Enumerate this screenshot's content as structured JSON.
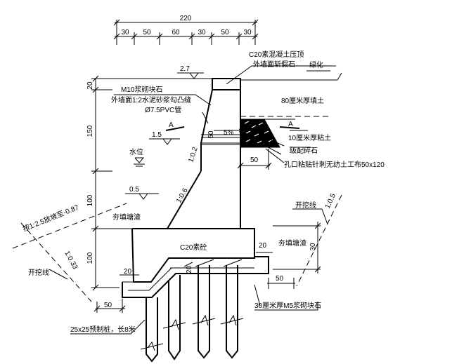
{
  "top_dims": {
    "total": "220",
    "segments": [
      "30",
      "50",
      "60",
      "30",
      "50",
      "30"
    ]
  },
  "left_dims": {
    "d1": "20",
    "d2": "150",
    "d3": "100",
    "d4": "100"
  },
  "elevations": {
    "top": "2.7",
    "mid": "1.5",
    "water_level_label": "水位",
    "low": "0.5"
  },
  "labels": {
    "cap_line1": "C20素混凝土压顶",
    "cap_line2": "外墙面斩假石",
    "greening": "绿化",
    "wall_line1": "M10浆砌块石",
    "wall_line2": "外墙面1:2水泥砂浆勾凸缝",
    "pvc_pipe": "Ø7.5PVC管",
    "fill_80": "80厘米厚填土",
    "slope_5": "5%",
    "dim_50_pipe": "50",
    "section_a": "A",
    "clay_10": "10厘米厚粘土",
    "graded_gravel": "级配碎石",
    "geotextile": "孔口粘贴针刺无纺土工布50x120",
    "batter_02": "1:0.2",
    "batter_06": "1:0.6",
    "dim_50_right": "50",
    "backfill_left": "夯填塘渣",
    "backfill_right": "夯填塘渣",
    "slope_left": "按1:2.5放坡至-0.87",
    "excavation_left": "开挖线",
    "excavation_right": "开挖线",
    "slope_033": "1:0.33",
    "slope_05": "1:0.5",
    "footing": "C20素砼",
    "dim_20_a": "20",
    "dim_20_b": "20",
    "dim_20_c": "20",
    "dim_30": "30",
    "dim_50_base_right": "50",
    "dim_50_base_left": "50",
    "rubble_30": "30厘米厚M5浆砌块石",
    "piles": "25x25预制桩，长8米"
  }
}
